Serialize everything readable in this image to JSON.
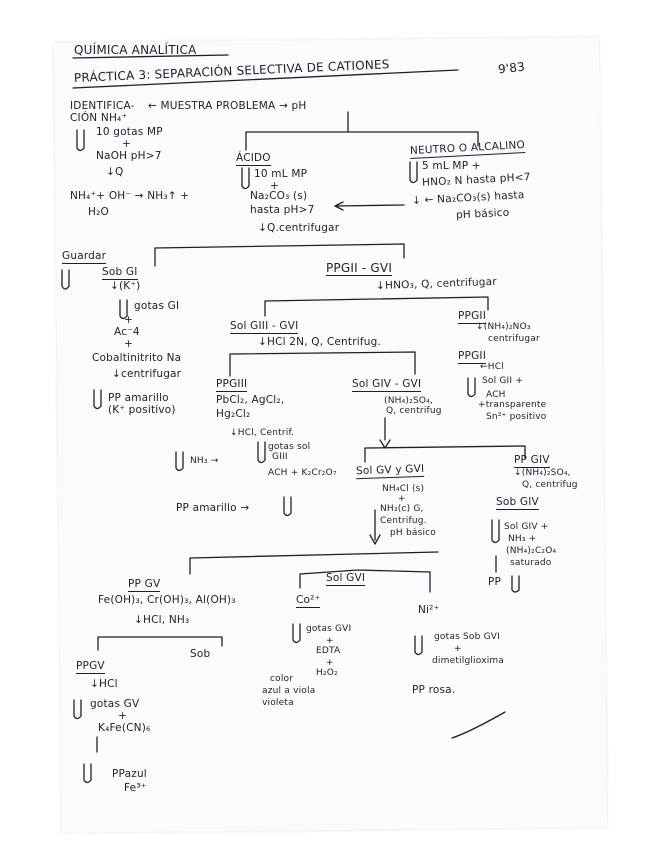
{
  "header": {
    "title": "QUÍMICA ANALÍTICA",
    "subtitle": "PRÁCTICA 3: SEPARACIÓN SELECTIVA DE CATIONES",
    "grade": "9'83"
  },
  "top": {
    "identificacion": "IDENTIFICA-",
    "identificacion2": "CIÓN NH₄⁺",
    "muestra": "← MUESTRA PROBLEMA → pH",
    "gotas_mp": "10 gotas MP",
    "plus1": "+",
    "naoh": "NaOH pH>7",
    "q1": "↓Q",
    "reaction": "NH₄⁺+ OH⁻ → NH₃↑ +",
    "h2o": "H₂O",
    "acido": "ÁCIDO",
    "acido_1": "10 mL MP",
    "acido_plus": "+",
    "acido_2": "Na₂CO₃ (s)",
    "acido_3": "hasta pH>7",
    "acido_4": "↓Q.centrifugar",
    "neutro": "NEUTRO O ALCALINO",
    "neutro_1": "5 mL MP      +",
    "neutro_2": "HNO₂ N hasta pH<7",
    "neutro_3": "↓ ← Na₂CO₃(s) hasta",
    "neutro_4": "pH básico"
  },
  "left": {
    "guardar": "Guardar",
    "sob_gi": "Sob GI",
    "k_plus": "↓(K⁺)",
    "gotas_gi": "gotas GI",
    "plus_a": "+",
    "ac4": "Ac⁻4",
    "plus_b": "+",
    "cobalt": "Cobaltinitrito Na",
    "centrif": "↓centrifugar",
    "pp_amarillo": "PP amarillo",
    "k_pos": "(K⁺ positivo)"
  },
  "right_top": {
    "ppg2": "PPGII - GVI",
    "hno3": "↓HNO₃, Q, centrifugar",
    "sol_g3": "Sol GIII - GVI",
    "hcl2n": "↓HCl 2N, Q, Centrifug.",
    "ppg2b": "PPGII",
    "nh4no3": "↓(NH₄)₂NO₃",
    "centrifugar": "centrifugar",
    "ppg2c": "PPGII",
    "hcl_arrow": "←HCl",
    "sol_g2": "Sol GII  +",
    "ach": "ACH",
    "transparente": "+transparente",
    "sn_pos": "Sn²⁺ positivo"
  },
  "mid": {
    "ppg3": "PPGIII",
    "pbcl2": "PbCl₂, AgCl₂,",
    "hg2cl2": "Hg₂Cl₂",
    "hcl_centrif": "↓HCl, Centrif.",
    "gotas_sol": "gotas sol",
    "gIII": "GIII",
    "nh3": "NH₃ →",
    "ach_k": "ACH + K₂Cr₂O₇",
    "pp_amarillo2": "PP amarillo →",
    "sol_g4": "Sol GIV - GVI",
    "nh4so4": "(NH₄)₂SO₄,",
    "q_centrif": "Q, centrifug",
    "sol_g4y": "Sol GV y GVI",
    "nh4cl": "NH₄Cl (s)",
    "plus_c": "+",
    "nh3g": "NH₃(c) G,",
    "centrifug": "Centrifug.",
    "ph_basico": "pH básico",
    "pp_giv": "PP GIV",
    "nh4so4b": "↓(NH₄)₂SO₄,",
    "q_centrifb": "Q, centrifug",
    "sob_giv": "Sob GIV",
    "sol_giv2": "Sol GIV +",
    "nh3b": "NH₃ +",
    "nh4c2o4": "(NH₄)₂C₂O₄",
    "saturado": "saturado",
    "pp": "PP"
  },
  "bottom": {
    "pp_gv": "PP GV",
    "hydroxides": "Fe(OH)₃, Cr(OH)₃, Al(OH)₃",
    "hcl_nh3": "↓HCl, NH₃",
    "sob": "Sob",
    "ppgv": "PPGV",
    "hcl_d": "↓HCl",
    "gotas_gv": "gotas GV",
    "plus_d": "+",
    "k4fecn": "K₄Fe(CN)₆",
    "ppazul": "PPazul",
    "fe3": "Fe³⁺",
    "sol_gvi": "Sol GVI",
    "co2": "Co²⁺",
    "gotas_gvi": "gotas GVI",
    "plus_e": "+",
    "edta": "EDTA",
    "plus_f": "+",
    "h2o2": "H₂O₂",
    "color": "color",
    "azul_viola": "azul a viola",
    "violeta": "violeta",
    "ni2": "Ni²⁺",
    "gotas_sob": "gotas Sob GVI",
    "plus_g": "+",
    "dimetil": "dimetilglioxima",
    "pp_rosa": "PP rosa."
  }
}
